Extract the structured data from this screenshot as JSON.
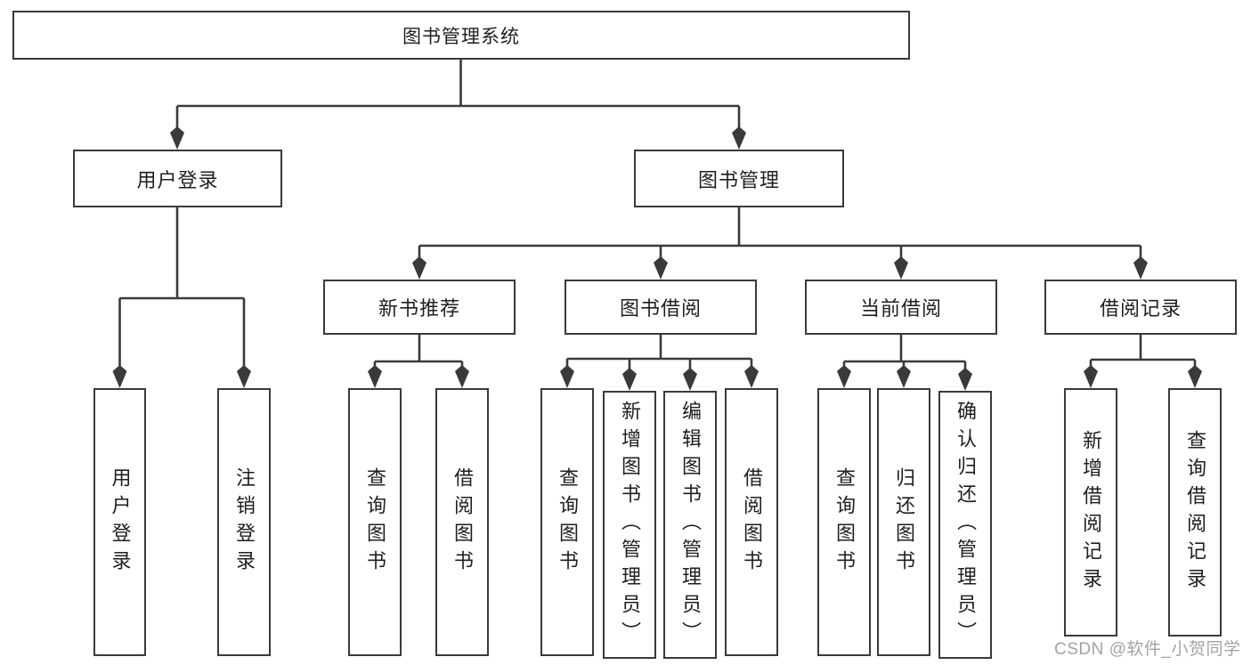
{
  "title": "图书管理系统",
  "watermark": "CSDN @软件_小贺同学",
  "colors": {
    "line": "#3a3a3a",
    "box_border": "#3a3a3a",
    "text": "#1f1f1f",
    "background": "#ffffff",
    "watermark": "#a3a3a3"
  },
  "nodes": {
    "root": {
      "label": "图书管理系统"
    },
    "login": {
      "label": "用户登录"
    },
    "mgmt": {
      "label": "图书管理"
    },
    "login_user": {
      "label": "用户登录"
    },
    "login_logout": {
      "label": "注销登录"
    },
    "newbook": {
      "label": "新书推荐"
    },
    "borrowing": {
      "label": "图书借阅"
    },
    "current": {
      "label": "当前借阅"
    },
    "records": {
      "label": "借阅记录"
    },
    "newbook_query": {
      "label": "查询图书"
    },
    "newbook_borrow": {
      "label": "借阅图书"
    },
    "borrowing_query": {
      "label": "查询图书"
    },
    "borrowing_add": {
      "label": "新增图书（管理员）"
    },
    "borrowing_edit": {
      "label": "编辑图书（管理员）"
    },
    "borrowing_borrow": {
      "label": "借阅图书"
    },
    "current_query": {
      "label": "查询图书"
    },
    "current_return": {
      "label": "归还图书"
    },
    "current_confirm": {
      "label": "确认归还（管理员）"
    },
    "records_add": {
      "label": "新增借阅记录"
    },
    "records_query": {
      "label": "查询借阅记录"
    }
  },
  "tree": {
    "图书管理系统": {
      "用户登录": [
        "用户登录",
        "注销登录"
      ],
      "图书管理": {
        "新书推荐": [
          "查询图书",
          "借阅图书"
        ],
        "图书借阅": [
          "查询图书",
          "新增图书（管理员）",
          "编辑图书（管理员）",
          "借阅图书"
        ],
        "当前借阅": [
          "查询图书",
          "归还图书",
          "确认归还（管理员）"
        ],
        "借阅记录": [
          "新增借阅记录",
          "查询借阅记录"
        ]
      }
    }
  }
}
